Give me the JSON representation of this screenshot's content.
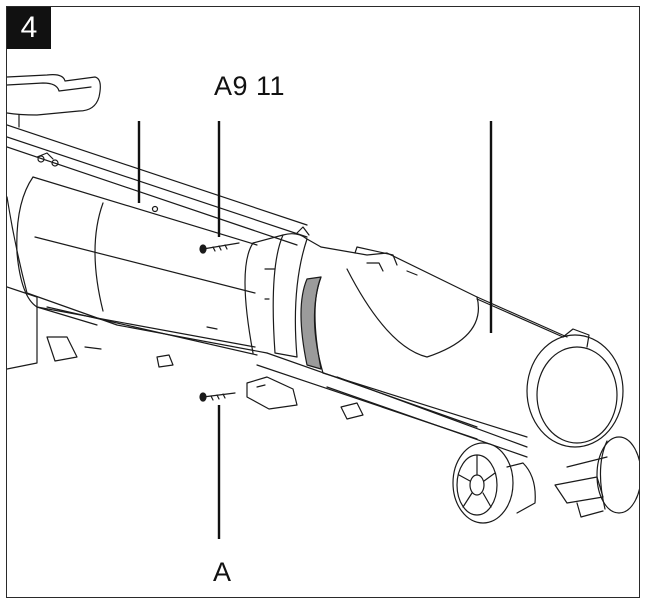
{
  "figure": {
    "step_number": "4",
    "callouts": {
      "top": "A9 11",
      "bottom": "A"
    },
    "colors": {
      "stroke": "#1a1a1a",
      "band_fill": "#9b9b9b",
      "badge_bg": "#111111",
      "badge_text": "#ffffff"
    }
  }
}
